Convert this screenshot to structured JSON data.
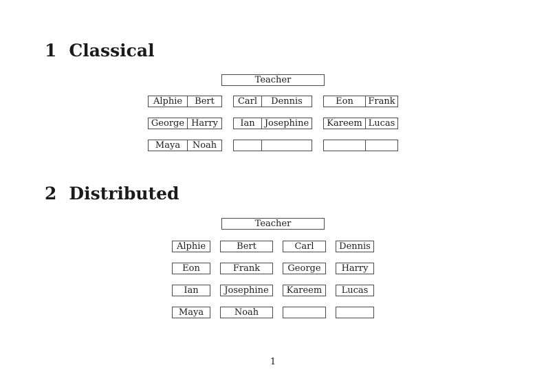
{
  "document": {
    "page_number": "1",
    "colors": {
      "background": "#ffffff",
      "text": "#1b1b1b",
      "border": "#4a4a4a"
    }
  },
  "sections": [
    {
      "number": "1",
      "title": "Classical",
      "teacher_label": "Teacher",
      "desk_rows": [
        [
          [
            "Alphie",
            "Bert"
          ],
          [
            "Carl",
            "Dennis"
          ],
          [
            "Eon",
            "Frank"
          ]
        ],
        [
          [
            "George",
            "Harry"
          ],
          [
            "Ian",
            "Josephine"
          ],
          [
            "Kareem",
            "Lucas"
          ]
        ],
        [
          [
            "Maya",
            "Noah"
          ],
          [
            "",
            ""
          ],
          [
            "",
            ""
          ]
        ]
      ]
    },
    {
      "number": "2",
      "title": "Distributed",
      "teacher_label": "Teacher",
      "desk_rows": [
        [
          "Alphie",
          "Bert",
          "Carl",
          "Dennis"
        ],
        [
          "Eon",
          "Frank",
          "George",
          "Harry"
        ],
        [
          "Ian",
          "Josephine",
          "Kareem",
          "Lucas"
        ],
        [
          "Maya",
          "Noah",
          "",
          ""
        ]
      ]
    }
  ]
}
